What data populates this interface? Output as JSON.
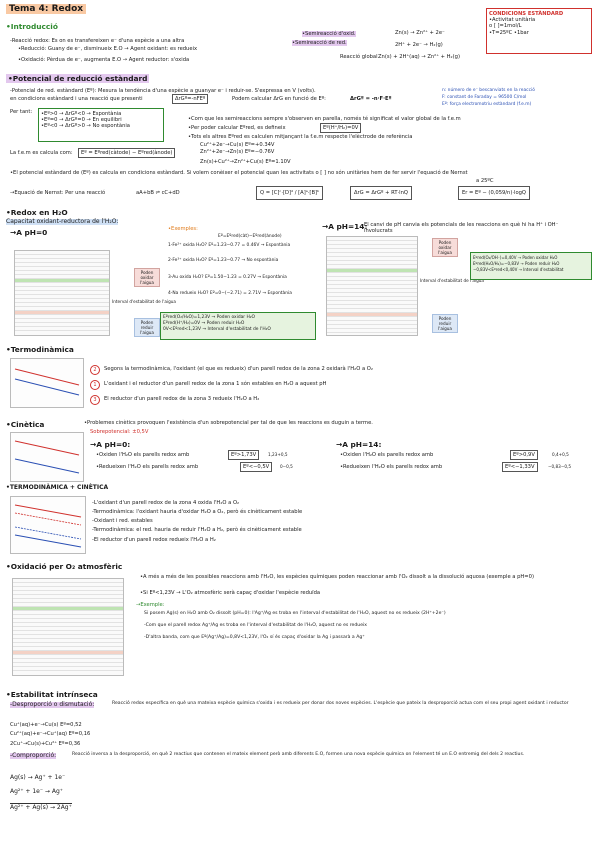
{
  "title": "Tema 4: Redox",
  "standard_conditions": {
    "heading": "CONDICIONS ESTÀNDARD",
    "line1": "•Activitat unitària",
    "line2": "o [ ]=1mol/L",
    "line3": "•T=25ºC •1bar"
  },
  "intro": {
    "heading": "•Introducció",
    "redox_reaction": "-Reacció redox: Es on es transfereixen e⁻ d'una espècie a una altra",
    "reduction": "•Reducció: Guany de e⁻, disminueix E.O → Agent oxidant: es redueix",
    "oxidation": "•Oxidació: Pèrdua de e⁻, augmenta E.O → Agent reductor: s'oxida",
    "semi_ox": "•Semireacció d'oxid.",
    "semi_red": "•Semireacció de red.",
    "global": "Reacció global",
    "eq1": "Zn(s) → Zn²⁺ + 2e⁻",
    "eq2": "2H⁺ + 2e⁻ → H₂(g)",
    "eq3": "Zn(s) + 2H⁺(aq) → Zn²⁺ + H₂(g)"
  },
  "potential": {
    "heading": "•Potencial de reducció estàndard",
    "p1": "-Potencial de red. estàndard (Eº): Mesura la tendència d'una espècie a guanyar e⁻ i reduir-se. S'expressa en V (volts).",
    "p2": "en condicions estàndard i una reacció que presenti",
    "box_rel": "ΔrGº=-nFEº",
    "p3": "Podem calcular ΔrG en funció de Eº:",
    "formula": "ΔrGº = -n·F·Eº",
    "legend1": "n: número de e⁻ bescanviats en la reacció",
    "legend2": "F: constant de Faraday = 96500 C/mol",
    "legend3": "Eº: força electromotriu estàndard (f.e.m)",
    "per_tant": "Per tant:",
    "c1": "•Eº>0 → ΔrGº<0 → Espontània",
    "c2": "•Eº=0 → ΔrGº=0 → En equilibri",
    "c3": "•Eº<0 → ΔrGº>0 → No espontània",
    "semi1": "•Com que les semireaccions sempre s'observen en parella, només té significat el valor global de la f.e.m",
    "semi2": "•Per poder calcular Eºred, es defineix",
    "box_h": "Eº(H⁺/H₂)=0V",
    "semi3": "•Tots els altres Eºred es calculen mitjançant la f.e.m respecte l'elèctrode de referència",
    "fem": "La f.e.m es calcula com:",
    "fem_formula": "Eº = Eºred(càtode) − Eºred(ànode)",
    "eq_a": "Cu²⁺+2e⁻→Cu(s)  Eº=+0.34V",
    "eq_b": "Zn²⁺+2e⁻→Zn(s)  Eº=−0.76V",
    "eq_c": "Zn(s)+Cu²⁺→Zn²⁺+Cu(s)  Eº=1.10V",
    "nonstd": "•El potencial estàndard de (Eº) es calcula en condicions estàndard. Si volem conèixer el potencial quan les activitats o [ ] no són unitàries hem de fer servir l'equació de Nernst",
    "nernst_label": "→Equació de Nernst: Per una reacció",
    "reaction": "aA+bB ⇌ cC+dD",
    "q_formula": "Q = [C]ᶜ·[D]ᵈ / [A]ᵃ·[B]ᵇ",
    "dg_formula": "ΔrG = ΔrGº + RT·lnQ",
    "nernst_formula": "Er = Eº − (0,059/n)·logQ",
    "nernst_note": "a 25ºC"
  },
  "water": {
    "heading": "•Redox en H₂O",
    "sub": "Capacitat oxidant-reductora de l'H₂O:",
    "ph0": "→A pH=0",
    "ph14": "→A pH=14:",
    "ph14_text": "El canvi de pH canvia els potencials de les reaccions en què hi ha H⁺ i OH⁻ involucrats",
    "examples": "•Exemples:",
    "ex_header": "Eº=Eºred(càt)−Eºred(ànode)",
    "ex1": "1-Fe²⁺ oxida H₂O?  Eº=1.23−0.77 = 0.46V → Espontània",
    "ex2": "2-Fe³⁺ oxida H₂O?  Eº=1.23−0.77 → No espontània",
    "ex3": "3-Au oxida H₂O?  Eº=1.50−1.23 = 0.27V → Espontània",
    "ex4": "4-Na redueix H₂O?  Eº=0−(−2.71) = 2.71V → Espontània",
    "tag_ox": "Poden oxidar l'aigua",
    "tag_stab": "Interval d'estabilitat de l'aigua",
    "tag_red": "Poden reduir l'aigua",
    "eq_green1": "Eºred(O₂/H₂O)=1,23V → Poden oxidar H₂O",
    "eq_green2": "Eºred(H⁺/H₂)=0V → Poden reduir H₂O",
    "eq_green3": "0V<Eºred<1,23V → Interval d'estabilitat de l'H₂O",
    "eq14_1": "Eºred(O₂/OH⁻)=0,40V → Poden oxidar H₂O",
    "eq14_2": "Eºred(H₂O/H₂)=−0,83V → Poden reduir H₂O",
    "eq14_3": "−0,83V<Eºred<0,40V → Interval d'estabilitat"
  },
  "thermo": {
    "heading": "•Termodinàmica",
    "l1": "Segons la termodinàmica, l'oxidant (el que es redueix) d'un parell redox de la zona 2 oxidarà l'H₂O a O₂",
    "l2": "L'oxidant i el reductor d'un parell redox de la zona 1 són estables en H₂O a aquest pH",
    "l3": "El reductor d'un parell redox de la zona 3 redueix l'H₂O a H₂",
    "n1": "2",
    "n2": "1",
    "n3": "3"
  },
  "kinetics": {
    "heading": "•Cinètica",
    "l1": "•Problemes cinètics provoquen l'existència d'un sobrepotencial per tal de que les reaccions es duguin a terme.",
    "over": "Sobrepotencial: ±0,5V",
    "ph0": "→A pH=0:",
    "ph14": "→A pH=14:",
    "ox0": "•Oxiden l'H₂O els parells redox amb",
    "box_ox0": "Eº>1,73V",
    "red0": "•Redueixen l'H₂O els parells redox amb",
    "box_red0": "Eº<−0,5V",
    "ox14": "•Oxiden l'H₂O els parells redox amb",
    "box_ox14": "Eº>0,9V",
    "red14": "•Redueixen l'H₂O els parells redox amb",
    "box_red14": "Eº<−1,33V",
    "n_a": "1,23+0,5",
    "n_b": "0−0,5",
    "n_c": "0,4+0,5",
    "n_d": "−0,83−0,5"
  },
  "thermo_kin": {
    "heading": "•TERMODINÀMICA + CINÈTICA",
    "l1": "-L'oxidant d'un parell redox de la zona 4 oxida l'H₂O a O₂",
    "l2": "-Termodinàmica: l'oxidant hauria d'oxidar H₂O a O₂, però és cinèticament estable",
    "l3": "-Oxidant i red. estables",
    "l4": "-Termodinàmica: el red. hauria de reduir l'H₂O a H₂, però és cinèticament estable",
    "l5": "-El reductor d'un parell redox redueix l'H₂O a H₂"
  },
  "atmos": {
    "heading": "•Oxidació per O₂ atmosfèric",
    "l1": "•A més a més de les possibles reaccions amb l'H₂O, les espècies químiques poden reaccionar amb l'O₂ dissolt a la dissolució aquosa (exemple a pH=0)",
    "l2": "•Si Eº<1,23V → L'O₂ atmosfèric serà capaç d'oxidar l'espècie reduïda",
    "ex": "→Exemple:",
    "ex1": "Si posem Ag(s) en H₂O amb O₂ dissolt (pH=0): l'Ag⁺/Ag es troba en l'interval d'estabilitat de l'H₂O, aquest no es redueix (2H⁺+2e⁻)",
    "ex2": "-Com que el parell redox Ag⁺/Ag es troba en l'interval d'estabilitat de l'H₂O, aquest no es redueix",
    "ex3": "-D'altra banda, com que Eº(Ag⁺/Ag)=0,8V<1,23V, l'O₂ sí és capaç d'oxidar la Ag i passarà a Ag⁺"
  },
  "stability": {
    "heading": "•Estabilitat intrínseca",
    "dispro": "-Desproporció o dismutació:",
    "dispro_text": "Reacció redox específica en què una mateixa espècie química s'oxida i es redueix per donar dos noves espècies. L'espècie que pateix la desproporció actua com el seu propi agent oxidant i reductor",
    "d1": "Cu⁺(aq)+e⁻→Cu(s)  Eº=0,52",
    "d2": "Cu²⁺(aq)+e⁻→Cu⁺(aq)  Eº=0,16",
    "d3": "2Cu⁺→Cu(s)+Cu²⁺  Eº=0,36",
    "compro": "-Comproporció:",
    "compro_text": "Reacció inversa a la desproporció, en què 2 reactius que contenen el mateix element però amb diferents E.O, formen una nova espècie química on l'element té un E.O entremig del dels 2 reactius.",
    "c1": "Ag(s) → Ag⁺ + 1e⁻",
    "c2": "Ag²⁺ + 1e⁻ → Ag⁺",
    "c3": "Ag²⁺ + Ag(s) → 2Ag⁺"
  }
}
